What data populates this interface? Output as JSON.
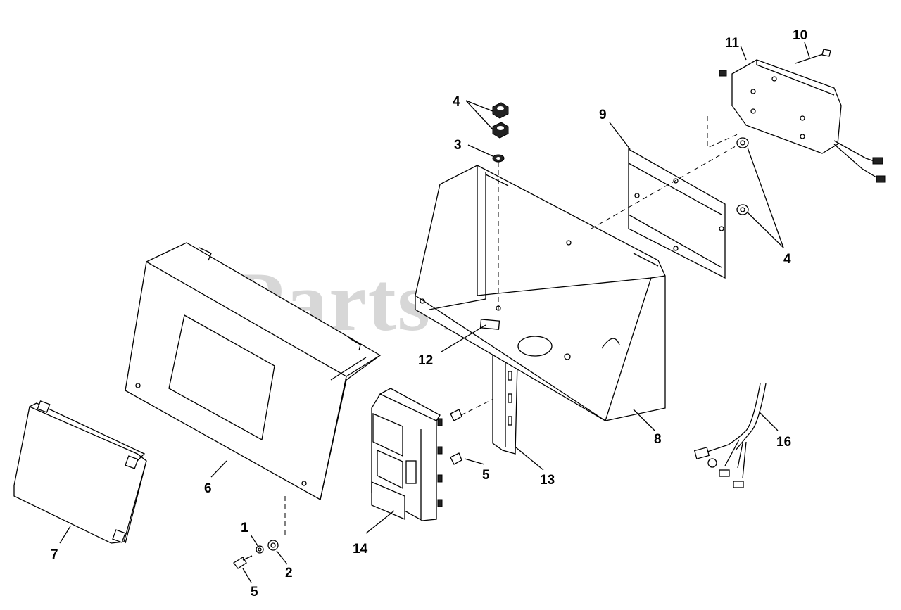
{
  "watermark": "PartsTree",
  "callouts": {
    "c1": "1",
    "c2": "2",
    "c3": "3",
    "c4a": "4",
    "c4b": "4",
    "c5a": "5",
    "c5b": "5",
    "c6": "6",
    "c7": "7",
    "c8": "8",
    "c9": "9",
    "c10": "10",
    "c11": "11",
    "c12": "12",
    "c13": "13",
    "c14": "14",
    "c16": "16"
  }
}
